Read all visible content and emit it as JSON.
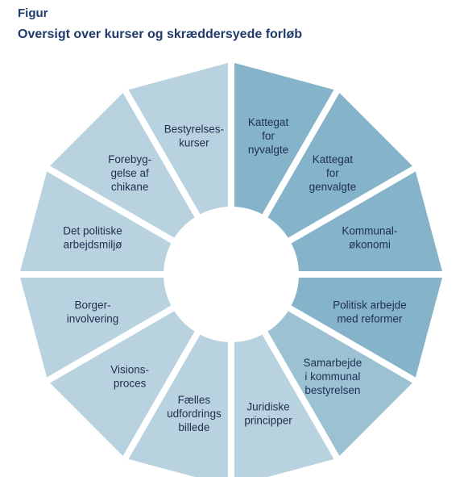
{
  "figure": {
    "label": "Figur",
    "title": "Oversigt over kurser og skræddersyede forløb"
  },
  "colors": {
    "title": "#1f3a6b",
    "text": "#1f2f4f",
    "light": "#b8d2df",
    "medium": "#9cc1d3",
    "dark": "#84b3ca"
  },
  "segments": [
    {
      "lines": [
        "Kattegat",
        "for",
        "nyvalgte"
      ],
      "tone": "dark"
    },
    {
      "lines": [
        "Kattegat",
        "for",
        "genvalgte"
      ],
      "tone": "dark"
    },
    {
      "lines": [
        "Kommunal-",
        "økonomi"
      ],
      "tone": "dark"
    },
    {
      "lines": [
        "Politisk arbejde",
        "med reformer"
      ],
      "tone": "dark"
    },
    {
      "lines": [
        "Samarbejde",
        "i kommunal",
        "bestyrelsen"
      ],
      "tone": "medium"
    },
    {
      "lines": [
        "Juridiske",
        "principper"
      ],
      "tone": "light"
    },
    {
      "lines": [
        "Fælles",
        "udfordrings",
        "billede"
      ],
      "tone": "light"
    },
    {
      "lines": [
        "Visions-",
        "proces"
      ],
      "tone": "light"
    },
    {
      "lines": [
        "Borger-",
        "involvering"
      ],
      "tone": "light"
    },
    {
      "lines": [
        "Det politiske",
        "arbejdsmiljø"
      ],
      "tone": "light"
    },
    {
      "lines": [
        "Forebyg-",
        "gelse af",
        "chikane"
      ],
      "tone": "light"
    },
    {
      "lines": [
        "Bestyrelses-",
        "kurser"
      ],
      "tone": "light"
    }
  ]
}
